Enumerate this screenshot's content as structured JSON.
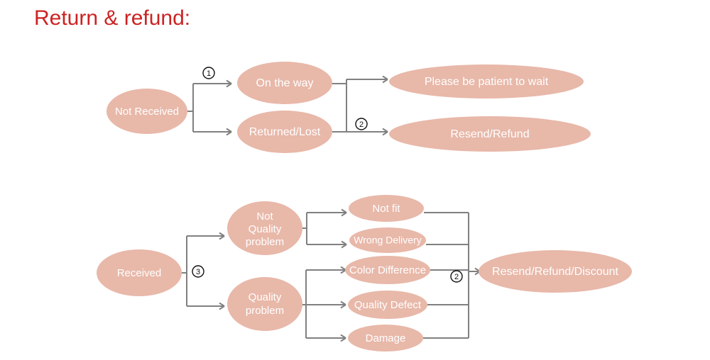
{
  "page": {
    "title": "Return & refund:",
    "title_color": "#cc2222",
    "background_color": "#ffffff"
  },
  "theme": {
    "node_fill": "#e8b8a9",
    "node_text_color": "#ffffff",
    "connector_color": "#808080",
    "marker_text_color": "#111111"
  },
  "flow_not_received": {
    "section_name": "not-received-flow",
    "source": {
      "label": "Not Received"
    },
    "stage_two": [
      {
        "label": "On the way"
      },
      {
        "label": "Returned/Lost"
      }
    ],
    "stage_three": [
      {
        "label": "Please be patient to wait"
      },
      {
        "label": "Resend/Refund"
      }
    ],
    "markers": [
      {
        "label": "1",
        "glyph": "①"
      },
      {
        "label": "2",
        "glyph": "②"
      }
    ]
  },
  "flow_received": {
    "section_name": "received-flow",
    "source": {
      "label": "Received"
    },
    "categories": [
      {
        "label_lines": [
          "Not",
          "Quality",
          "problem"
        ]
      },
      {
        "label_lines": [
          "Quality",
          "problem"
        ]
      }
    ],
    "reasons_not_quality": [
      {
        "label": "Not fit"
      },
      {
        "label": "Wrong Delivery"
      }
    ],
    "reasons_quality": [
      {
        "label": "Color Difference"
      },
      {
        "label": "Quality Defect"
      },
      {
        "label": "Damage"
      }
    ],
    "outcome": {
      "label": "Resend/Refund/Discount"
    },
    "markers": [
      {
        "label": "3",
        "glyph": "③"
      },
      {
        "label": "2",
        "glyph": "②"
      }
    ]
  }
}
